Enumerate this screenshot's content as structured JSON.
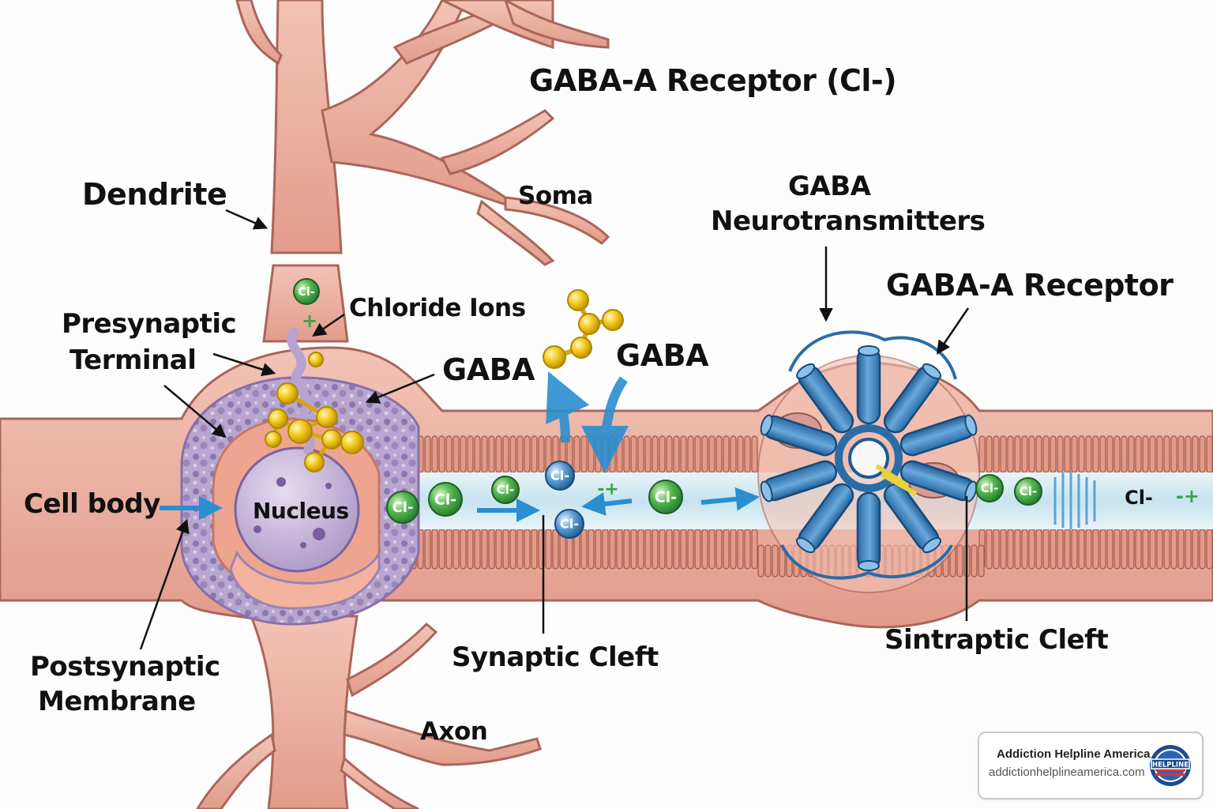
{
  "labels": {
    "gaba_a_receptor_cl": "GABA-A Receptor (Cl-)",
    "dendrite": "Dendrite",
    "soma": "Soma",
    "gaba_neuro_line1": "GABA",
    "gaba_neuro_line2": "Neurotransmitters",
    "gaba_a_receptor": "GABA-A Receptor",
    "chloride_ions": "Chloride Ions",
    "presynaptic_line1": "Presynaptic",
    "presynaptic_line2": "Terminal",
    "gaba_left": "GABA",
    "gaba_right": "GABA",
    "cell_body": "Cell body",
    "nucleus": "Nucleus",
    "synaptic_cleft": "Synaptic Cleft",
    "sintraptic_cleft": "Sintraptic Cleft",
    "postsynaptic_line1": "Postsynaptic",
    "postsynaptic_line2": "Membrane",
    "axon": "Axon"
  },
  "ions": {
    "cl": "Cl-",
    "plus": "+",
    "minus_plus": "-+",
    "cl_stream": "Cl-"
  },
  "badge": {
    "name": "Addiction Helpline America",
    "url": "addictionhelplineamerica.com",
    "seal_text": "HELPLINE"
  },
  "colors": {
    "membrane": "#e7a99a",
    "membrane_outline": "#a9665a",
    "cleft": "#cfe8f2",
    "chloride_green": "#3aa34a",
    "chloride_blue": "#3d7fc1",
    "gaba_yellow": "#f2c618",
    "receptor_blue": "#3f88c5",
    "vesicle_purple": "#b9a5cf"
  }
}
